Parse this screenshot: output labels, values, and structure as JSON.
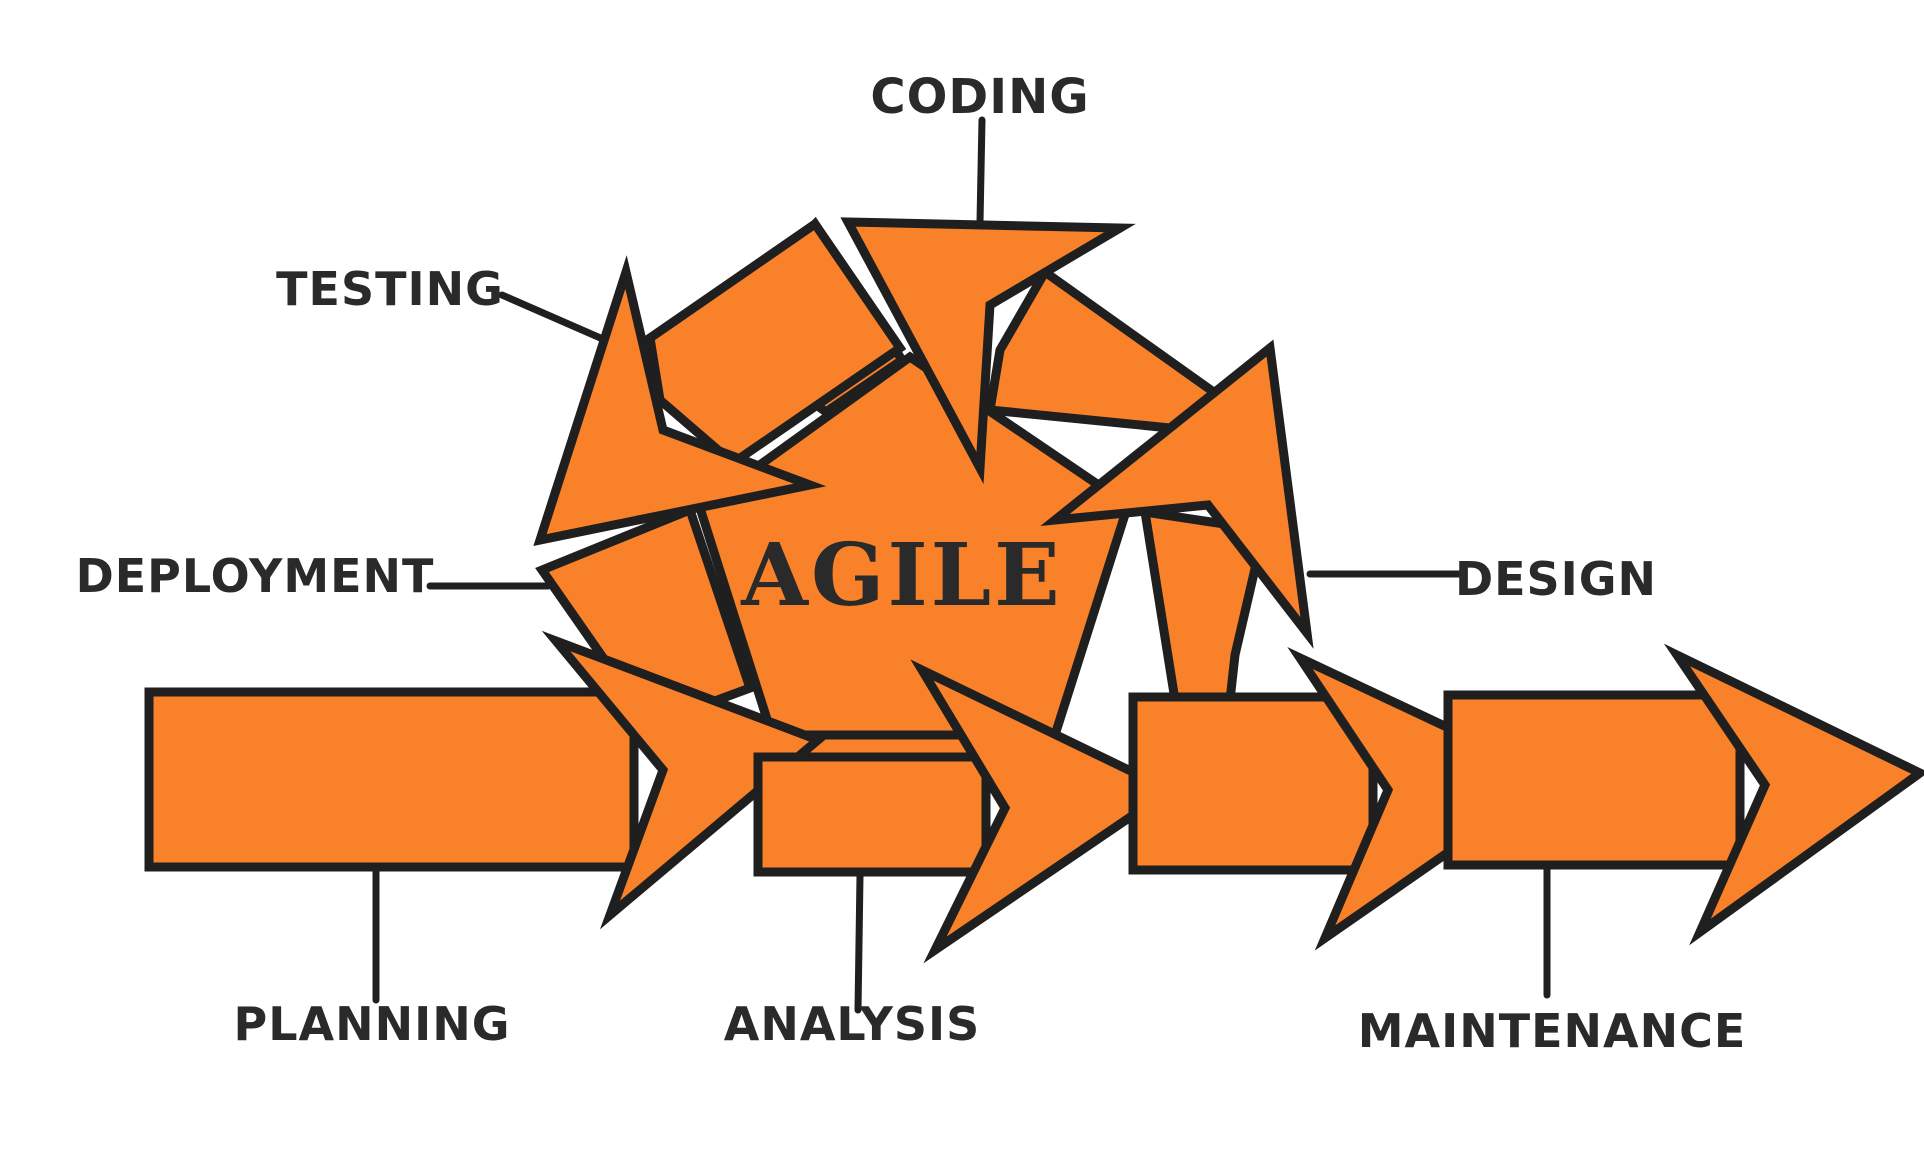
{
  "diagram": {
    "center_label": "AGILE",
    "labels": {
      "coding": "CODING",
      "testing": "TESTING",
      "deployment": "DEPLOYMENT",
      "design": "DESIGN",
      "planning": "PLANNING",
      "analysis": "ANALYSIS",
      "maintenance": "MAINTENANCE"
    },
    "colors": {
      "fill": "#F8812A",
      "stroke": "#1F1F1F",
      "text": "#2A2A2A",
      "background": "#FFFFFF"
    }
  }
}
